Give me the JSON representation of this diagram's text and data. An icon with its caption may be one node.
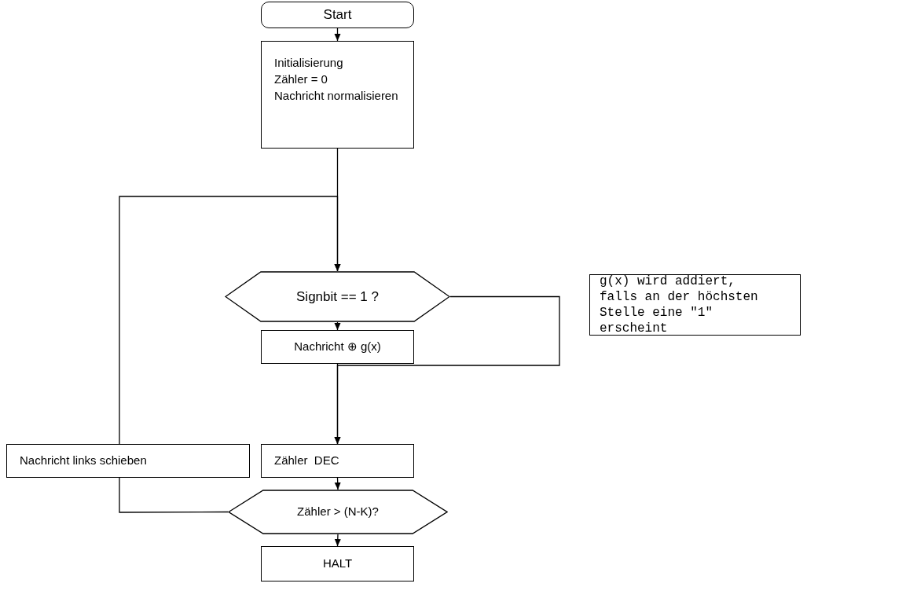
{
  "diagram": {
    "nodes": [
      {
        "text": [
          "Start"
        ]
      },
      {
        "text": [
          "Initialisierung",
          "Zähler = 0",
          "Nachricht normalisieren"
        ]
      },
      {
        "text": [
          "Signbit == 1 ?"
        ]
      },
      {
        "text": [
          "Nachricht ⊕ g(x)"
        ]
      },
      {
        "text": [
          "Zähler  DEC"
        ]
      },
      {
        "text": [
          "Nachricht links schieben"
        ]
      },
      {
        "text": [
          "Zähler > (N-K)?"
        ]
      },
      {
        "text": [
          "HALT"
        ]
      },
      {
        "text": [
          "g(x) wird addiert, falls an der höchsten Stelle eine \"1\" erscheint"
        ]
      }
    ],
    "edges": [
      {
        "from": 0,
        "to": 1,
        "arrow": "to"
      },
      {
        "from": 1,
        "to": 2,
        "arrow": "to"
      },
      {
        "from": 5,
        "to": 2,
        "arrow": "to"
      },
      {
        "from": 2,
        "to": 3,
        "arrow": "to"
      },
      {
        "from": 3,
        "to": 4,
        "arrow": "to"
      },
      {
        "from": 2,
        "to": 4,
        "arrow": "to"
      },
      {
        "from": 4,
        "to": 6,
        "arrow": "to"
      },
      {
        "from": 6,
        "to": 5,
        "arrow": "none"
      },
      {
        "from": 6,
        "to": 7,
        "arrow": "to"
      }
    ]
  }
}
